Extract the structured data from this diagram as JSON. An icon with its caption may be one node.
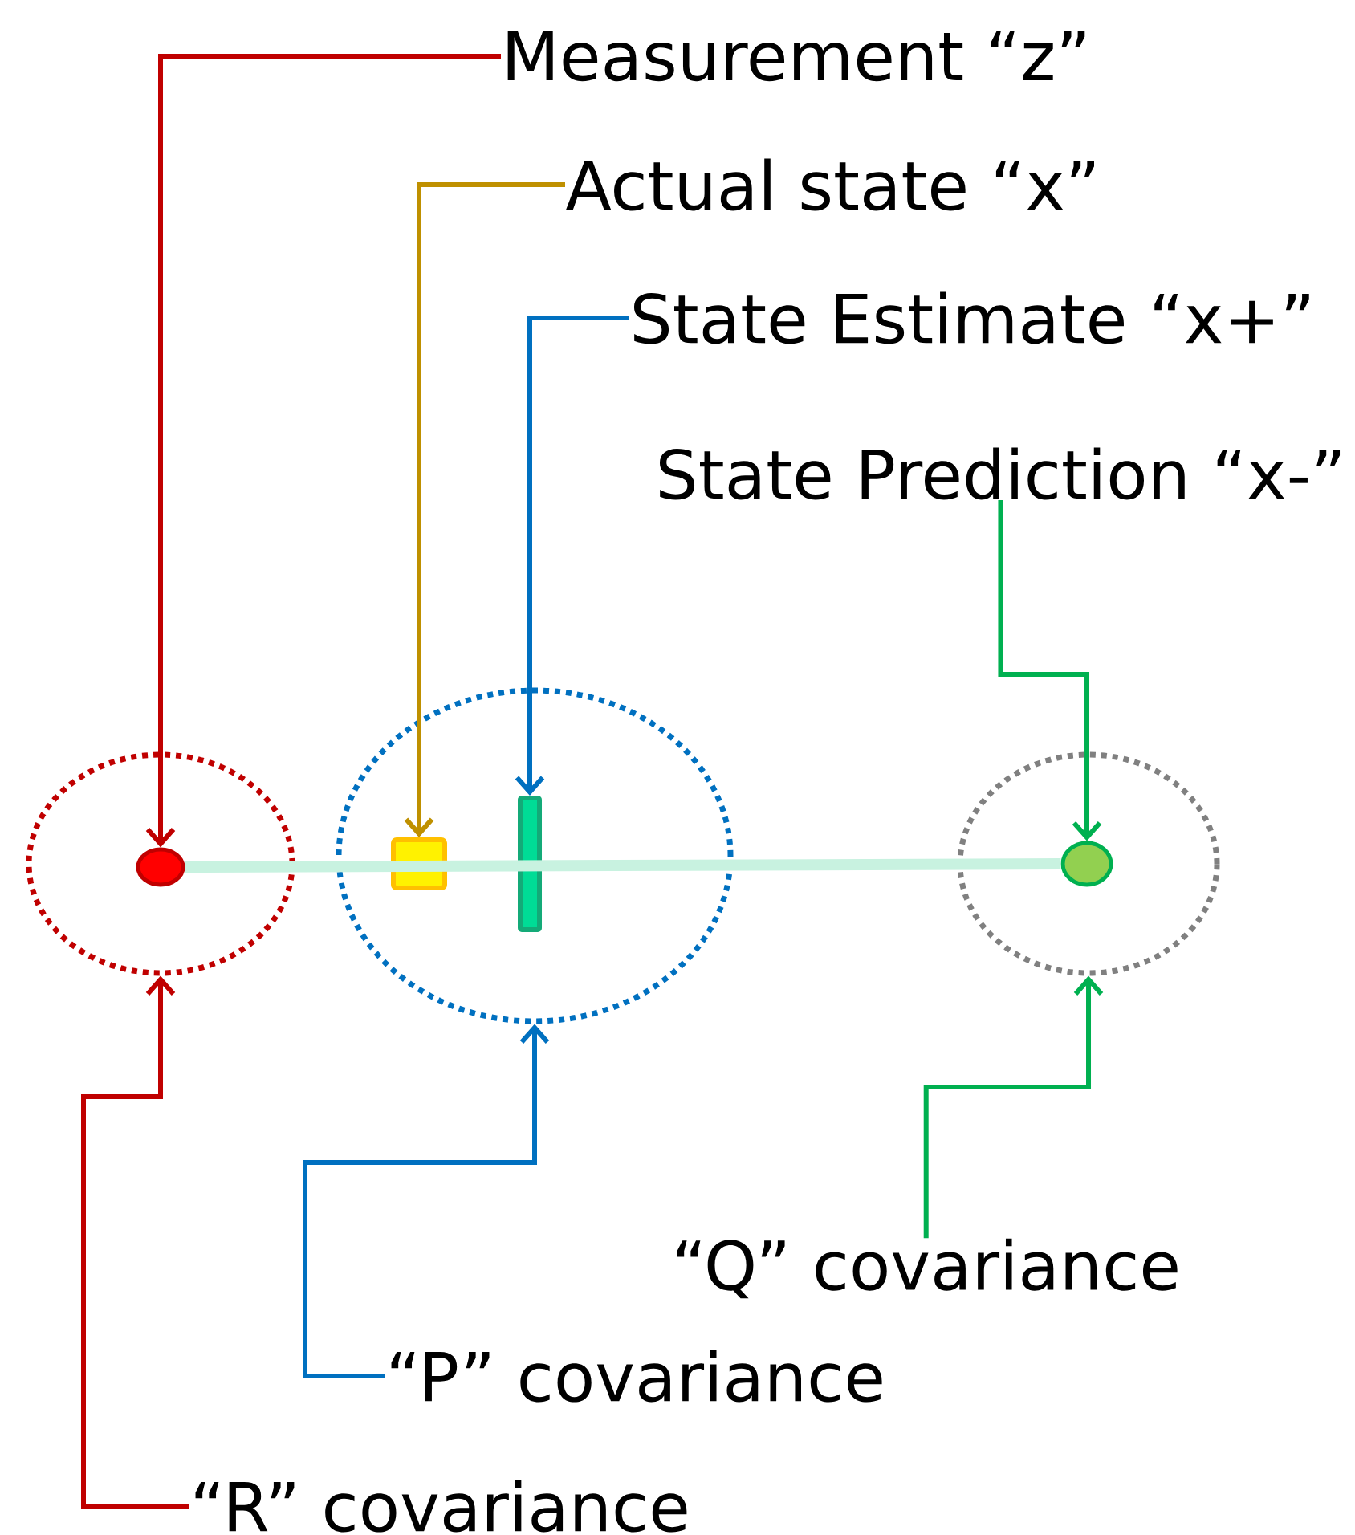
{
  "diagram": {
    "nodes": [
      {
        "text": [
          "Measurement “z”"
        ]
      },
      {
        "text": [
          "Actual state “x”"
        ]
      },
      {
        "text": [
          "State Estimate “x+”"
        ]
      },
      {
        "text": [
          "State Prediction “x-”"
        ]
      },
      {
        "text": [],
        "shape": "circle"
      },
      {
        "text": [],
        "shape": "circle",
        "in": 4
      },
      {
        "text": [],
        "shape": "circle"
      },
      {
        "text": [],
        "shape": "box",
        "in": 6
      },
      {
        "text": [],
        "shape": "bar",
        "in": 6
      },
      {
        "text": [],
        "shape": "circle"
      },
      {
        "text": [],
        "shape": "circle",
        "in": 9
      },
      {
        "text": [
          "“Q” covariance"
        ]
      },
      {
        "text": [
          "“P” covariance"
        ]
      },
      {
        "text": [
          "“R” covariance"
        ]
      }
    ],
    "edges": [
      {
        "from": 0,
        "to": 5,
        "arrow": "to",
        "color": "#c00000"
      },
      {
        "from": 1,
        "to": 7,
        "arrow": "to",
        "color": "#bf9000"
      },
      {
        "from": 2,
        "to": 8,
        "arrow": "to",
        "color": "#0070c0"
      },
      {
        "from": 3,
        "to": 10,
        "arrow": "to",
        "color": "#00b050"
      },
      {
        "from": 11,
        "to": 9,
        "arrow": "to",
        "color": "#00b050"
      },
      {
        "from": 12,
        "to": 6,
        "arrow": "to",
        "color": "#0070c0"
      },
      {
        "from": 13,
        "to": 4,
        "arrow": "to",
        "color": "#c00000"
      },
      {
        "from": 5,
        "to": 10,
        "arrow": "none",
        "style": "thick",
        "color": "#c8f2e0"
      }
    ]
  }
}
